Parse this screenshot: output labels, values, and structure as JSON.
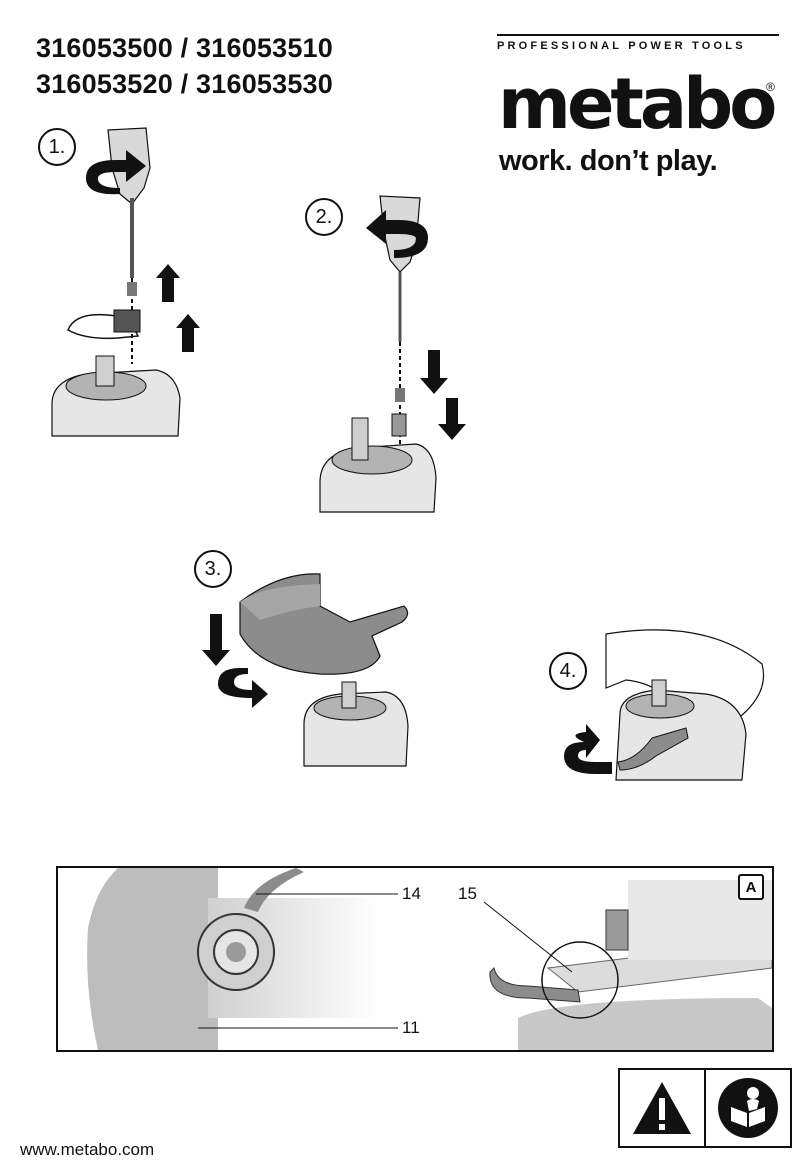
{
  "header": {
    "model_line_1": "316053500 / 316053510",
    "model_line_2": "316053520 / 316053530",
    "tagline": "PROFESSIONAL POWER TOOLS",
    "brand": "metabo",
    "registered": "®",
    "slogan": "work. don’t play."
  },
  "steps": [
    {
      "label": "1."
    },
    {
      "label": "2."
    },
    {
      "label": "3."
    },
    {
      "label": "4."
    }
  ],
  "figure_a": {
    "label": "A",
    "callouts": [
      "14",
      "15",
      "11"
    ]
  },
  "footer": {
    "website": "www.metabo.com",
    "icons": [
      "warning-triangle-icon",
      "read-manual-icon"
    ]
  },
  "colors": {
    "ink": "#111111",
    "guard_grey": "#8c8c8c",
    "light_grey": "#d9d9d9",
    "mid_grey": "#b3b3b3"
  }
}
